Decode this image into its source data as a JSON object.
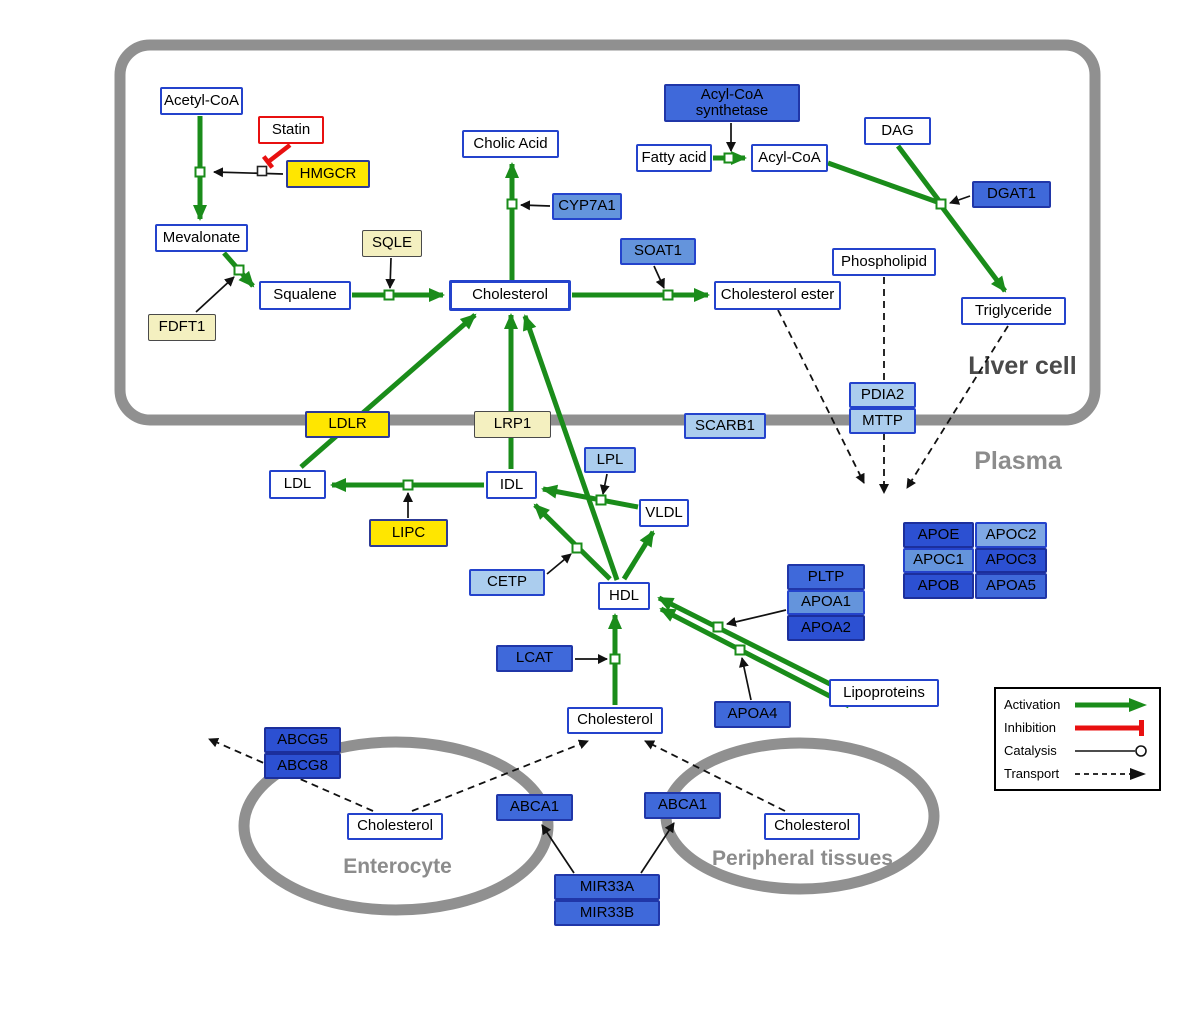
{
  "regions": {
    "liver": "Liver cell",
    "plasma": "Plasma",
    "enterocyte": "Enterocyte",
    "peripheral": "Peripheral tissues"
  },
  "nodes": {
    "acetyl_coa": "Acetyl-CoA",
    "statin": "Statin",
    "hmgcr": "HMGCR",
    "mevalonate": "Mevalonate",
    "fdft1": "FDFT1",
    "squalene": "Squalene",
    "sqle": "SQLE",
    "cholic_acid": "Cholic Acid",
    "cyp7a1": "CYP7A1",
    "cholesterol_liver": "Cholesterol",
    "soat1": "SOAT1",
    "cholesterol_ester": "Cholesterol ester",
    "acyl_coa_synthetase": "Acyl-CoA\nsynthetase",
    "fatty_acid": "Fatty acid",
    "acyl_coa": "Acyl-CoA",
    "dag": "DAG",
    "dgat1": "DGAT1",
    "phospholipid": "Phospholipid",
    "triglyceride": "Triglyceride",
    "ldlr": "LDLR",
    "lrp1": "LRP1",
    "scarb1": "SCARB1",
    "pdia2": "PDIA2",
    "mttp": "MTTP",
    "ldl": "LDL",
    "idl": "IDL",
    "lpl": "LPL",
    "vldl": "VLDL",
    "lipc": "LIPC",
    "cetp": "CETP",
    "hdl": "HDL",
    "pltp": "PLTP",
    "apoa1": "APOA1",
    "apoa2": "APOA2",
    "apoe": "APOE",
    "apoc2": "APOC2",
    "apoc1": "APOC1",
    "apoc3": "APOC3",
    "apob": "APOB",
    "apoa5": "APOA5",
    "lcat": "LCAT",
    "apoa4": "APOA4",
    "lipoproteins": "Lipoproteins",
    "cholesterol_plasma": "Cholesterol",
    "abcg5": "ABCG5",
    "abcg8": "ABCG8",
    "cholesterol_enterocyte": "Cholesterol",
    "abca1_left": "ABCA1",
    "abca1_right": "ABCA1",
    "cholesterol_peripheral": "Cholesterol",
    "mir33a": "MIR33A",
    "mir33b": "MIR33B"
  },
  "legend": {
    "activation": "Activation",
    "inhibition": "Inhibition",
    "catalysis": "Catalysis",
    "transport": "Transport"
  },
  "colors": {
    "activation_green": "#1a8c1a",
    "inhibition_red": "#e81010",
    "membrane_gray": "#909090",
    "metabolite_border_blue": "#2443cc",
    "enzyme_yellow": "#ffe600",
    "pale_yellow": "#f4f0c0",
    "light_blue": "#abcdee",
    "medium_blue": "#6494dc",
    "royal_blue": "#3f69da",
    "dark_blue": "#2c50d2"
  }
}
